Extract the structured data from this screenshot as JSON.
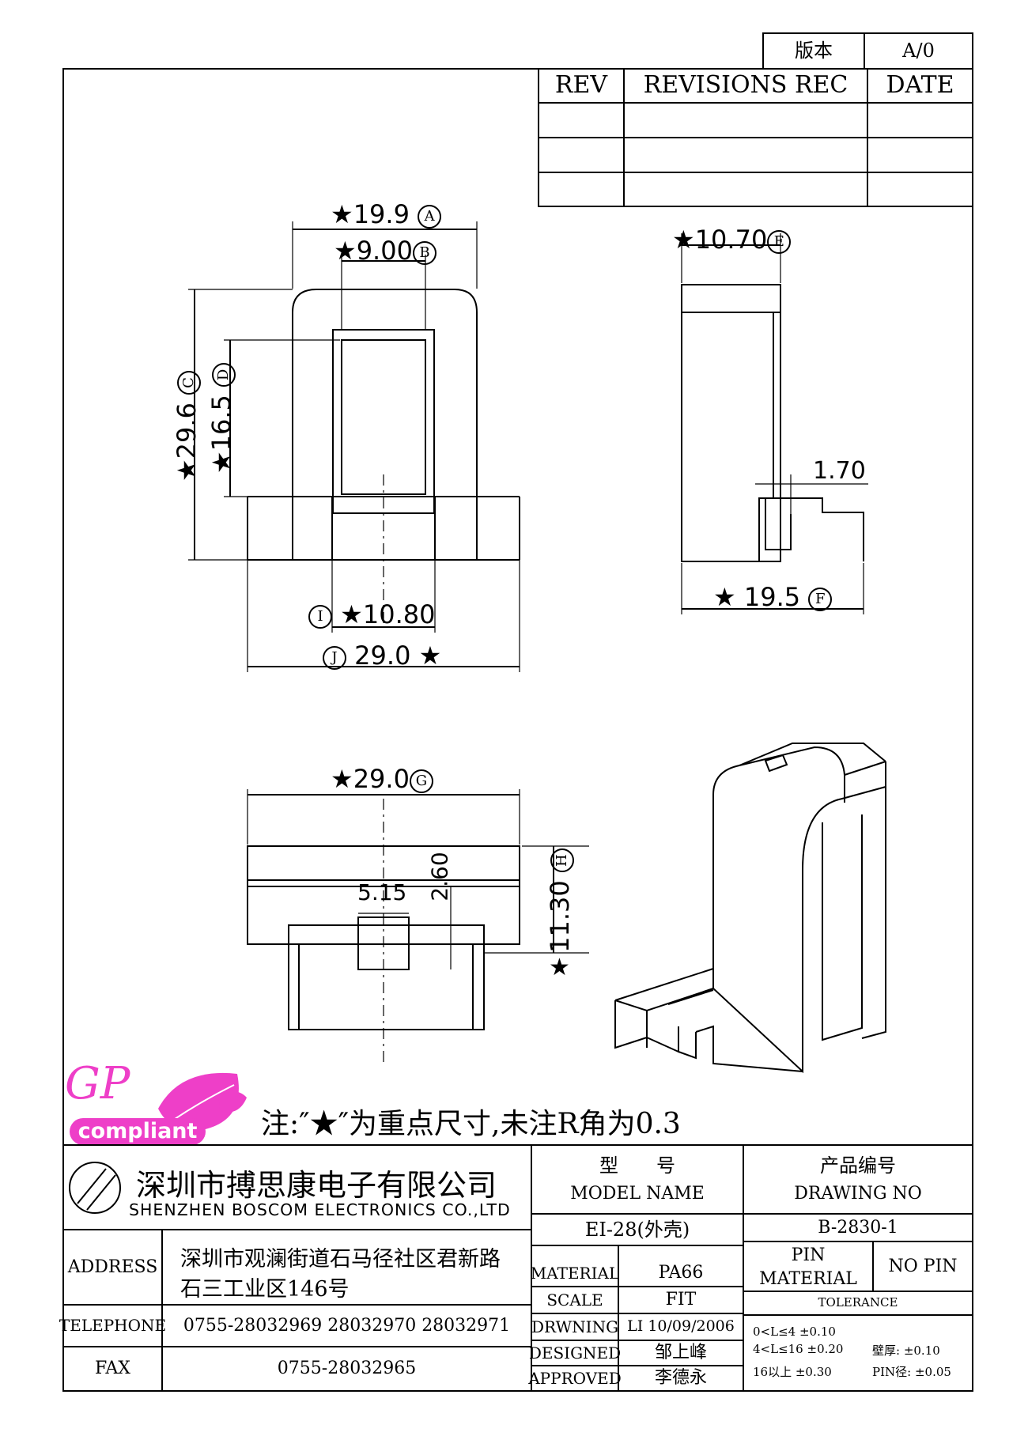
{
  "version_box": {
    "label": "版本",
    "value": "A/0"
  },
  "revisions": {
    "col_rev": "REV",
    "col_rec": "REVISIONS REC",
    "col_date": "DATE"
  },
  "dimensions": {
    "a": "19.9",
    "a_tag": "A",
    "b": "9.00",
    "b_tag": "B",
    "c": "29.6",
    "c_tag": "C",
    "d": "16.5",
    "d_tag": "D",
    "e": "10.70",
    "e_tag": "E",
    "f": "19.5",
    "f_tag": "F",
    "g": "29.0",
    "g_tag": "G",
    "h": "11.30",
    "h_tag": "H",
    "i": "10.80",
    "i_tag": "I",
    "j": "29.0",
    "j_tag": "J",
    "side_gap": "1.70",
    "slot_w": "5.15",
    "slot_h": "2.60",
    "star": "★"
  },
  "logo": {
    "gp": "GP",
    "compliant": "compliant"
  },
  "note": "注:″★″为重点尺寸,未注R角为0.3",
  "title_block": {
    "company_cn": "深圳市搏思康电子有限公司",
    "company_en": "SHENZHEN BOSCOM ELECTRONICS CO.,LTD",
    "model_label_cn": "型　　号",
    "model_label_en": "MODEL NAME",
    "model_value": "EI-28(外壳)",
    "drawing_label_cn": "产品编号",
    "drawing_label_en": "DRAWING NO",
    "drawing_value": "B-2830-1",
    "address_label": "ADDRESS",
    "address_line1": "深圳市观澜街道石马径社区君新路",
    "address_line2": "石三工业区146号",
    "telephone_label": "TELEPHONE",
    "telephone_value": "0755-28032969 28032970 28032971",
    "fax_label": "FAX",
    "fax_value": "0755-28032965",
    "material_label": "MATERIAL",
    "material_value": "PA66",
    "scale_label": "SCALE",
    "scale_value": "FIT",
    "drawing_by_label": "DRWNING",
    "drawing_by_value": "LI 10/09/2006",
    "designed_label": "DESIGNED",
    "designed_value": "邹上峰",
    "approved_label": "APPROVED",
    "approved_value": "李德永",
    "pin_material_label_1": "PIN",
    "pin_material_label_2": "MATERIAL",
    "pin_material_value": "NO PIN",
    "tolerance_label": "TOLERANCE",
    "tol_1": "0<L≤4  ±0.10",
    "tol_2": "4<L≤16 ±0.20",
    "tol_3": "16以上     ±0.30",
    "tol_wall": "壁厚:   ±0.10",
    "tol_pin": "PIN径: ±0.05"
  }
}
